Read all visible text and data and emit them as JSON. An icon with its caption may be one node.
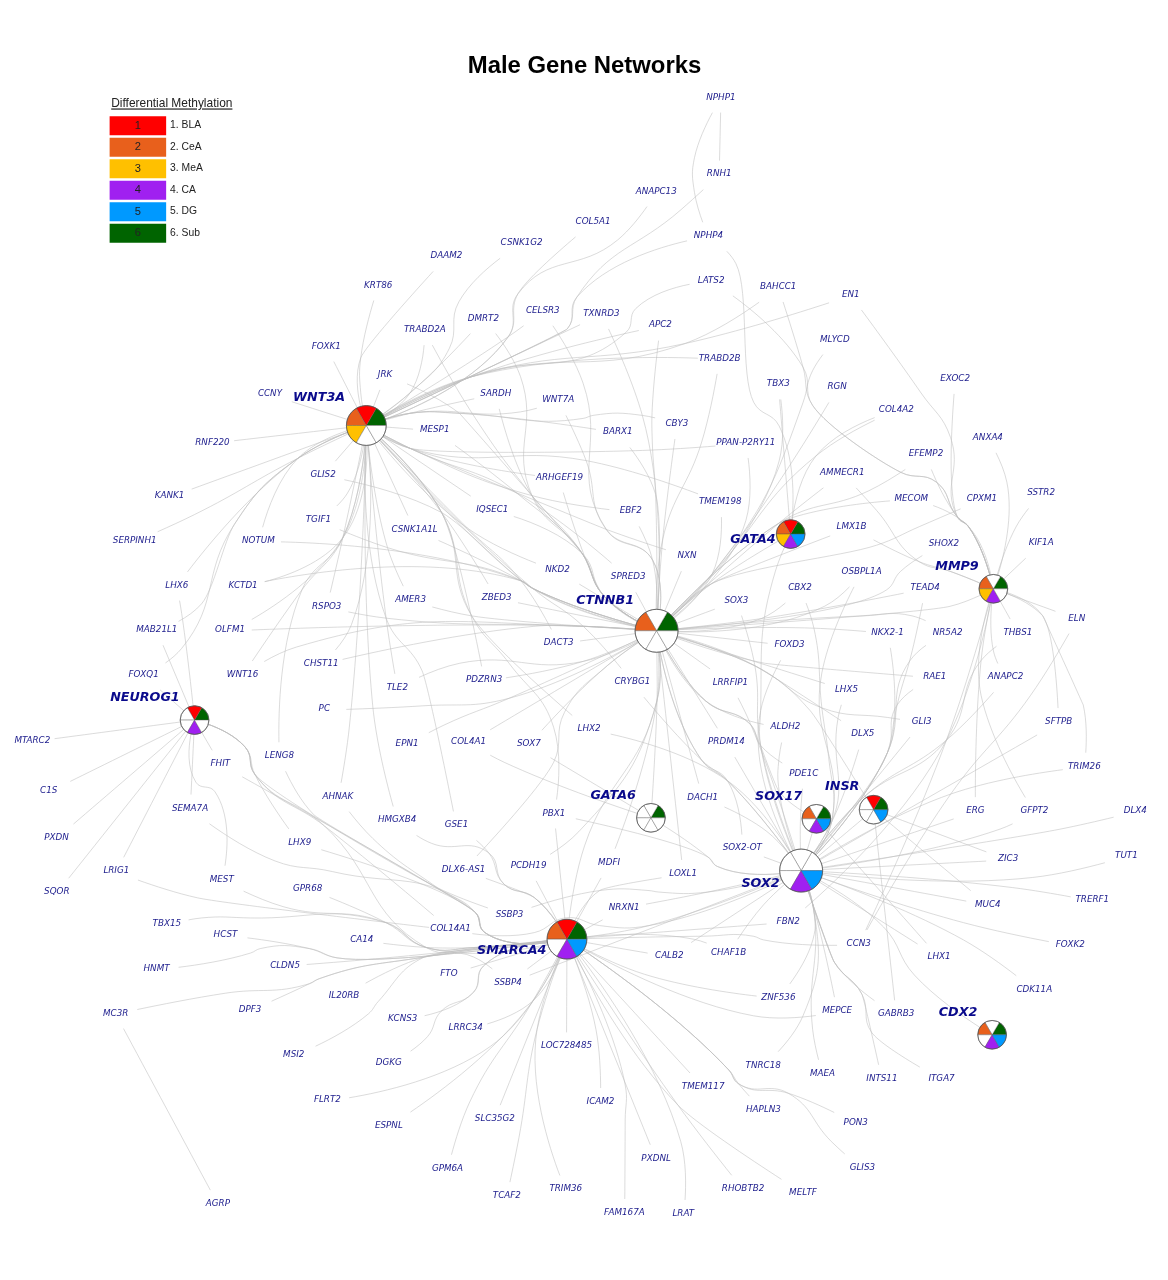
{
  "diagram": {
    "title": "Male Gene Networks",
    "nodes": [
      {
        "text": [
          "NEUROG1"
        ]
      },
      {
        "text": [
          "MMP9"
        ]
      },
      {
        "text": [
          "WNT3A"
        ]
      },
      {
        "text": [
          "CTNNB1"
        ]
      },
      {
        "text": [
          "SOX17"
        ]
      },
      {
        "text": [
          "INSR"
        ]
      },
      {
        "text": [
          "GATA6"
        ]
      },
      {
        "text": [
          "CDX2"
        ]
      },
      {
        "text": [
          "GATA4"
        ]
      },
      {
        "text": [
          "SOX2"
        ]
      },
      {
        "text": [
          "SMARCA4"
        ]
      },
      {
        "text": [
          "GFPT2"
        ]
      },
      {
        "text": [
          "LHX6"
        ]
      },
      {
        "text": [
          "BAHCC1"
        ]
      },
      {
        "text": [
          "MAB21L1"
        ]
      },
      {
        "text": [
          "EN1"
        ]
      },
      {
        "text": [
          "LRIG1"
        ]
      },
      {
        "text": [
          "COL14A1"
        ]
      },
      {
        "text": [
          "C1S"
        ]
      },
      {
        "text": [
          "LATS2"
        ]
      },
      {
        "text": [
          "SSBP4"
        ]
      },
      {
        "text": [
          "PXDN"
        ]
      },
      {
        "text": [
          "WNT7A"
        ]
      },
      {
        "text": [
          "MTARC2"
        ]
      },
      {
        "text": [
          "LHX2"
        ]
      },
      {
        "text": [
          "SHOX2"
        ]
      },
      {
        "text": [
          "BARX1"
        ]
      },
      {
        "text": [
          "KRT86"
        ]
      },
      {
        "text": [
          "KANK1"
        ]
      },
      {
        "text": [
          "SSBP3"
        ]
      },
      {
        "text": [
          "ANAPC2"
        ]
      },
      {
        "text": [
          "ANAPC13"
        ]
      },
      {
        "text": [
          "CHST11"
        ]
      },
      {
        "text": [
          "GLIS2"
        ]
      },
      {
        "text": [
          "SPRED3"
        ]
      },
      {
        "text": [
          "SQOR"
        ]
      },
      {
        "text": [
          "MEST"
        ]
      },
      {
        "text": [
          "PBX1"
        ]
      },
      {
        "text": [
          "FOXQ1"
        ]
      },
      {
        "text": [
          "NOTUM"
        ]
      },
      {
        "text": [
          "JRK"
        ]
      },
      {
        "text": [
          "FHIT"
        ]
      },
      {
        "text": [
          "LMX1B"
        ]
      },
      {
        "text": [
          "MLYCD"
        ]
      },
      {
        "text": [
          "LHX9"
        ]
      },
      {
        "text": [
          "EXOC2"
        ]
      },
      {
        "text": [
          "TMEM198"
        ]
      },
      {
        "text": [
          "NXN"
        ]
      },
      {
        "text": [
          "CBY3"
        ]
      },
      {
        "text": [
          "PPAN-P2RY11"
        ]
      },
      {
        "text": [
          "RSPO3"
        ]
      },
      {
        "text": [
          "TRABD2B"
        ]
      },
      {
        "text": [
          "CELSR3"
        ]
      },
      {
        "text": [
          "SARDH"
        ]
      },
      {
        "text": [
          "TXNRD3"
        ]
      },
      {
        "text": [
          "DACT3"
        ]
      },
      {
        "text": [
          "TLE2"
        ]
      },
      {
        "text": [
          "AMMECR1"
        ]
      },
      {
        "text": [
          "COL5A1"
        ]
      },
      {
        "text": [
          "TGIF1"
        ]
      },
      {
        "text": [
          "CSNK1A1L"
        ]
      },
      {
        "text": [
          "TRABD2A"
        ]
      },
      {
        "text": [
          "OLFM1"
        ]
      },
      {
        "text": [
          "APC2"
        ]
      },
      {
        "text": [
          "EBF2"
        ]
      },
      {
        "text": [
          "RNF220"
        ]
      },
      {
        "text": [
          "NPHP4"
        ]
      },
      {
        "text": [
          "ANXA4"
        ]
      },
      {
        "text": [
          "SSTR2"
        ]
      },
      {
        "text": [
          "DACH1"
        ]
      },
      {
        "text": [
          "PDZRN3"
        ]
      },
      {
        "text": [
          "DMRT2"
        ]
      },
      {
        "text": [
          "IQSEC1"
        ]
      },
      {
        "text": [
          "KCTD1"
        ]
      },
      {
        "text": [
          "ZBED3"
        ]
      },
      {
        "text": [
          "CPXM1"
        ]
      },
      {
        "text": [
          "EFEMP2"
        ]
      },
      {
        "text": [
          "MDFI"
        ]
      },
      {
        "text": [
          "PC"
        ]
      },
      {
        "text": [
          "RGN"
        ]
      },
      {
        "text": [
          "AMER3"
        ]
      },
      {
        "text": [
          "WNT16"
        ]
      },
      {
        "text": [
          "FBN2"
        ]
      },
      {
        "text": [
          "KIF1A"
        ]
      },
      {
        "text": [
          "THBS1"
        ]
      },
      {
        "text": [
          "SOX3"
        ]
      },
      {
        "text": [
          "NKD2"
        ]
      },
      {
        "text": [
          "DAAM2"
        ]
      },
      {
        "text": [
          "MESP1"
        ]
      },
      {
        "text": [
          "EPN1"
        ]
      },
      {
        "text": [
          "NPHP1"
        ]
      },
      {
        "text": [
          "CLDN5"
        ]
      },
      {
        "text": [
          "CCN3"
        ]
      },
      {
        "text": [
          "CBX2"
        ]
      },
      {
        "text": [
          "SOX2-OT"
        ]
      },
      {
        "text": [
          "PDE1C"
        ]
      },
      {
        "text": [
          "NKX2-1"
        ]
      },
      {
        "text": [
          "RAE1"
        ]
      },
      {
        "text": [
          "COL4A2"
        ]
      },
      {
        "text": [
          "TRIM26"
        ]
      },
      {
        "text": [
          "TBX3"
        ]
      },
      {
        "text": [
          "ARHGEF19"
        ]
      },
      {
        "text": [
          "CCNY"
        ]
      },
      {
        "text": [
          "LHX1"
        ]
      },
      {
        "text": [
          "PRDM14"
        ]
      },
      {
        "text": [
          "NR5A2"
        ]
      },
      {
        "text": [
          "MECOM"
        ]
      },
      {
        "text": [
          "TEAD4"
        ]
      },
      {
        "text": [
          "ZIC3"
        ]
      },
      {
        "text": [
          "GABRB3"
        ]
      },
      {
        "text": [
          "MUC4"
        ]
      },
      {
        "text": [
          "OSBPL1A"
        ]
      },
      {
        "text": [
          "ERG"
        ]
      },
      {
        "text": [
          "DLX6-AS1"
        ]
      },
      {
        "text": [
          "TNRC18"
        ]
      },
      {
        "text": [
          "LRRFIP1"
        ]
      },
      {
        "text": [
          "COL4A1"
        ]
      },
      {
        "text": [
          "SOX7"
        ]
      },
      {
        "text": [
          "RNH1"
        ]
      },
      {
        "text": [
          "LOXL1"
        ]
      },
      {
        "text": [
          "FTO"
        ]
      },
      {
        "text": [
          "SFTPB"
        ]
      },
      {
        "text": [
          "GLI3"
        ]
      },
      {
        "text": [
          "CDK11A"
        ]
      },
      {
        "text": [
          "ZNF536"
        ]
      },
      {
        "text": [
          "INTS11"
        ]
      },
      {
        "text": [
          "CRYBG1"
        ]
      },
      {
        "text": [
          "GPM6A"
        ]
      },
      {
        "text": [
          "ELN"
        ]
      },
      {
        "text": [
          "FOXD3"
        ]
      },
      {
        "text": [
          "TUT1"
        ]
      },
      {
        "text": [
          "GLIS3"
        ]
      },
      {
        "text": [
          "SERPINH1"
        ]
      },
      {
        "text": [
          "RHOBTB2"
        ]
      },
      {
        "text": [
          "CSNK1G2"
        ]
      },
      {
        "text": [
          "MAEA"
        ]
      },
      {
        "text": [
          "DLX5"
        ]
      },
      {
        "text": [
          "HMGXB4"
        ]
      },
      {
        "text": [
          "FOXK1"
        ]
      },
      {
        "text": [
          "LHX5"
        ]
      },
      {
        "text": [
          "TRERF1"
        ]
      },
      {
        "text": [
          "CALB2"
        ]
      },
      {
        "text": [
          "DLX4"
        ]
      },
      {
        "text": [
          "MSI2"
        ]
      },
      {
        "text": [
          "LENG8"
        ]
      },
      {
        "text": [
          "HCST"
        ]
      },
      {
        "text": [
          "NRXN1"
        ]
      },
      {
        "text": [
          "DPF3"
        ]
      },
      {
        "text": [
          "MEPCE"
        ]
      },
      {
        "text": [
          "HAPLN3"
        ]
      },
      {
        "text": [
          "ICAM2"
        ]
      },
      {
        "text": [
          "CHAF1B"
        ]
      },
      {
        "text": [
          "ESPNL"
        ]
      },
      {
        "text": [
          "AHNAK"
        ]
      },
      {
        "text": [
          "ALDH2"
        ]
      },
      {
        "text": [
          "SEMA7A"
        ]
      },
      {
        "text": [
          "PXDNL"
        ]
      },
      {
        "text": [
          "FOXK2"
        ]
      },
      {
        "text": [
          "FLRT2"
        ]
      },
      {
        "text": [
          "PCDH19"
        ]
      },
      {
        "text": [
          "DGKG"
        ]
      },
      {
        "text": [
          "IL20RB"
        ]
      },
      {
        "text": [
          "TRIM36"
        ]
      },
      {
        "text": [
          "TBX15"
        ]
      },
      {
        "text": [
          "GSE1"
        ]
      },
      {
        "text": [
          "TMEM117"
        ]
      },
      {
        "text": [
          "ITGA7"
        ]
      },
      {
        "text": [
          "MC3R"
        ]
      },
      {
        "text": [
          "PON3"
        ]
      },
      {
        "text": [
          "GPR68"
        ]
      },
      {
        "text": [
          "LRRC34"
        ]
      },
      {
        "text": [
          "LOC728485"
        ]
      },
      {
        "text": [
          "AGRP"
        ]
      },
      {
        "text": [
          "FAM167A"
        ]
      },
      {
        "text": [
          "HNMT"
        ]
      },
      {
        "text": [
          "SLC35G2"
        ]
      },
      {
        "text": [
          "KCNS3"
        ]
      },
      {
        "text": [
          "LRAT"
        ]
      },
      {
        "text": [
          "TCAF2"
        ]
      },
      {
        "text": [
          "MELTF"
        ]
      },
      {
        "text": [
          "CA14"
        ]
      }
    ],
    "edges": [
      {
        "from": 2,
        "to": 3,
        "arrow": "none"
      },
      {
        "from": 1,
        "to": 3,
        "arrow": "none"
      },
      {
        "from": 3,
        "to": 9,
        "arrow": "none"
      },
      {
        "from": 3,
        "to": 5,
        "arrow": "none"
      },
      {
        "from": 4,
        "to": 3,
        "arrow": "none"
      },
      {
        "from": 4,
        "to": 9,
        "arrow": "none"
      },
      {
        "from": 5,
        "to": 9,
        "arrow": "none"
      },
      {
        "from": 6,
        "to": 3,
        "arrow": "none"
      },
      {
        "from": 6,
        "to": 9,
        "arrow": "none"
      },
      {
        "from": 7,
        "to": 9,
        "arrow": "none"
      },
      {
        "from": 8,
        "to": 9,
        "arrow": "none"
      },
      {
        "from": 8,
        "to": 3,
        "arrow": "none"
      },
      {
        "from": 10,
        "to": 9,
        "arrow": "none"
      },
      {
        "from": 10,
        "to": 3,
        "arrow": "none"
      },
      {
        "from": 11,
        "to": 1,
        "arrow": "none"
      },
      {
        "from": 11,
        "to": 9,
        "arrow": "none"
      },
      {
        "from": 12,
        "to": 0,
        "arrow": "none"
      },
      {
        "from": 12,
        "to": 2,
        "arrow": "none"
      },
      {
        "from": 13,
        "to": 1,
        "arrow": "none"
      },
      {
        "from": 13,
        "to": 2,
        "arrow": "none"
      },
      {
        "from": 14,
        "to": 2,
        "arrow": "none"
      },
      {
        "from": 14,
        "to": 0,
        "arrow": "none"
      },
      {
        "from": 15,
        "to": 2,
        "arrow": "none"
      },
      {
        "from": 15,
        "to": 1,
        "arrow": "none"
      },
      {
        "from": 16,
        "to": 0,
        "arrow": "none"
      },
      {
        "from": 16,
        "to": 17,
        "arrow": "none"
      },
      {
        "from": 17,
        "to": 0,
        "arrow": "none"
      },
      {
        "from": 17,
        "to": 9,
        "arrow": "none"
      },
      {
        "from": 18,
        "to": 0,
        "arrow": "none"
      },
      {
        "from": 19,
        "to": 2,
        "arrow": "none"
      },
      {
        "from": 19,
        "to": 1,
        "arrow": "none"
      },
      {
        "from": 20,
        "to": 0,
        "arrow": "none"
      },
      {
        "from": 20,
        "to": 10,
        "arrow": "none"
      },
      {
        "from": 20,
        "to": 9,
        "arrow": "none"
      },
      {
        "from": 21,
        "to": 0,
        "arrow": "none"
      },
      {
        "from": 22,
        "to": 3,
        "arrow": "none"
      },
      {
        "from": 22,
        "to": 2,
        "arrow": "none"
      },
      {
        "from": 23,
        "to": 0,
        "arrow": "none"
      },
      {
        "from": 24,
        "to": 2,
        "arrow": "none"
      },
      {
        "from": 24,
        "to": 9,
        "arrow": "none"
      },
      {
        "from": 25,
        "to": 3,
        "arrow": "none"
      },
      {
        "from": 26,
        "to": 2,
        "arrow": "none"
      },
      {
        "from": 26,
        "to": 3,
        "arrow": "none"
      },
      {
        "from": 27,
        "to": 2,
        "arrow": "none"
      },
      {
        "from": 28,
        "to": 2,
        "arrow": "none"
      },
      {
        "from": 29,
        "to": 0,
        "arrow": "none"
      },
      {
        "from": 29,
        "to": 9,
        "arrow": "none"
      },
      {
        "from": 30,
        "to": 1,
        "arrow": "none"
      },
      {
        "from": 30,
        "to": 9,
        "arrow": "none"
      },
      {
        "from": 31,
        "to": 2,
        "arrow": "none"
      },
      {
        "from": 32,
        "to": 2,
        "arrow": "none"
      },
      {
        "from": 32,
        "to": 3,
        "arrow": "none"
      },
      {
        "from": 33,
        "to": 2,
        "arrow": "none"
      },
      {
        "from": 33,
        "to": 3,
        "arrow": "none"
      },
      {
        "from": 34,
        "to": 2,
        "arrow": "none"
      },
      {
        "from": 34,
        "to": 3,
        "arrow": "none"
      },
      {
        "from": 35,
        "to": 0,
        "arrow": "none"
      },
      {
        "from": 36,
        "to": 0,
        "arrow": "none"
      },
      {
        "from": 36,
        "to": 10,
        "arrow": "none"
      },
      {
        "from": 37,
        "to": 2,
        "arrow": "none"
      },
      {
        "from": 37,
        "to": 10,
        "arrow": "none"
      },
      {
        "from": 37,
        "to": 9,
        "arrow": "none"
      },
      {
        "from": 38,
        "to": 2,
        "arrow": "none"
      },
      {
        "from": 38,
        "to": 0,
        "arrow": "none"
      },
      {
        "from": 39,
        "to": 2,
        "arrow": "none"
      },
      {
        "from": 39,
        "to": 3,
        "arrow": "none"
      },
      {
        "from": 40,
        "to": 2,
        "arrow": "none"
      },
      {
        "from": 40,
        "to": 3,
        "arrow": "none"
      },
      {
        "from": 41,
        "to": 0,
        "arrow": "none"
      },
      {
        "from": 41,
        "to": 10,
        "arrow": "none"
      },
      {
        "from": 42,
        "to": 1,
        "arrow": "none"
      },
      {
        "from": 42,
        "to": 3,
        "arrow": "none"
      },
      {
        "from": 43,
        "to": 3,
        "arrow": "none"
      },
      {
        "from": 44,
        "to": 0,
        "arrow": "none"
      },
      {
        "from": 44,
        "to": 10,
        "arrow": "none"
      },
      {
        "from": 45,
        "to": 1,
        "arrow": "none"
      },
      {
        "from": 46,
        "to": 2,
        "arrow": "none"
      },
      {
        "from": 46,
        "to": 3,
        "arrow": "none"
      },
      {
        "from": 47,
        "to": 2,
        "arrow": "none"
      },
      {
        "from": 47,
        "to": 3,
        "arrow": "none"
      },
      {
        "from": 48,
        "to": 2,
        "arrow": "none"
      },
      {
        "from": 48,
        "to": 3,
        "arrow": "none"
      },
      {
        "from": 49,
        "to": 2,
        "arrow": "none"
      },
      {
        "from": 49,
        "to": 3,
        "arrow": "none"
      },
      {
        "from": 50,
        "to": 2,
        "arrow": "none"
      },
      {
        "from": 50,
        "to": 3,
        "arrow": "none"
      },
      {
        "from": 51,
        "to": 2,
        "arrow": "none"
      },
      {
        "from": 51,
        "to": 3,
        "arrow": "none"
      },
      {
        "from": 52,
        "to": 2,
        "arrow": "none"
      },
      {
        "from": 52,
        "to": 3,
        "arrow": "none"
      },
      {
        "from": 53,
        "to": 2,
        "arrow": "none"
      },
      {
        "from": 53,
        "to": 3,
        "arrow": "none"
      },
      {
        "from": 54,
        "to": 2,
        "arrow": "none"
      },
      {
        "from": 54,
        "to": 3,
        "arrow": "none"
      },
      {
        "from": 55,
        "to": 2,
        "arrow": "none"
      },
      {
        "from": 55,
        "to": 3,
        "arrow": "none"
      },
      {
        "from": 56,
        "to": 2,
        "arrow": "none"
      },
      {
        "from": 56,
        "to": 3,
        "arrow": "none"
      },
      {
        "from": 57,
        "to": 3,
        "arrow": "none"
      },
      {
        "from": 57,
        "to": 1,
        "arrow": "none"
      },
      {
        "from": 58,
        "to": 2,
        "arrow": "none"
      },
      {
        "from": 59,
        "to": 2,
        "arrow": "none"
      },
      {
        "from": 59,
        "to": 3,
        "arrow": "none"
      },
      {
        "from": 60,
        "to": 2,
        "arrow": "none"
      },
      {
        "from": 60,
        "to": 3,
        "arrow": "none"
      },
      {
        "from": 61,
        "to": 2,
        "arrow": "none"
      },
      {
        "from": 61,
        "to": 3,
        "arrow": "none"
      },
      {
        "from": 62,
        "to": 2,
        "arrow": "none"
      },
      {
        "from": 62,
        "to": 3,
        "arrow": "none"
      },
      {
        "from": 63,
        "to": 2,
        "arrow": "none"
      },
      {
        "from": 63,
        "to": 3,
        "arrow": "none"
      },
      {
        "from": 64,
        "to": 2,
        "arrow": "none"
      },
      {
        "from": 64,
        "to": 3,
        "arrow": "none"
      },
      {
        "from": 65,
        "to": 2,
        "arrow": "none"
      },
      {
        "from": 66,
        "to": 2,
        "arrow": "none"
      },
      {
        "from": 66,
        "to": 8,
        "arrow": "none"
      },
      {
        "from": 67,
        "to": 1,
        "arrow": "none"
      },
      {
        "from": 68,
        "to": 1,
        "arrow": "none"
      },
      {
        "from": 69,
        "to": 3,
        "arrow": "none"
      },
      {
        "from": 69,
        "to": 9,
        "arrow": "none"
      },
      {
        "from": 70,
        "to": 2,
        "arrow": "none"
      },
      {
        "from": 70,
        "to": 3,
        "arrow": "none"
      },
      {
        "from": 71,
        "to": 2,
        "arrow": "none"
      },
      {
        "from": 71,
        "to": 3,
        "arrow": "none"
      },
      {
        "from": 72,
        "to": 2,
        "arrow": "none"
      },
      {
        "from": 72,
        "to": 3,
        "arrow": "none"
      },
      {
        "from": 73,
        "to": 2,
        "arrow": "none"
      },
      {
        "from": 73,
        "to": 3,
        "arrow": "none"
      },
      {
        "from": 74,
        "to": 2,
        "arrow": "none"
      },
      {
        "from": 74,
        "to": 3,
        "arrow": "none"
      },
      {
        "from": 75,
        "to": 3,
        "arrow": "none"
      },
      {
        "from": 76,
        "to": 1,
        "arrow": "none"
      },
      {
        "from": 76,
        "to": 3,
        "arrow": "none"
      },
      {
        "from": 77,
        "to": 3,
        "arrow": "none"
      },
      {
        "from": 77,
        "to": 10,
        "arrow": "none"
      },
      {
        "from": 78,
        "to": 3,
        "arrow": "none"
      },
      {
        "from": 79,
        "to": 3,
        "arrow": "none"
      },
      {
        "from": 80,
        "to": 2,
        "arrow": "none"
      },
      {
        "from": 80,
        "to": 3,
        "arrow": "none"
      },
      {
        "from": 81,
        "to": 2,
        "arrow": "none"
      },
      {
        "from": 81,
        "to": 3,
        "arrow": "none"
      },
      {
        "from": 82,
        "to": 1,
        "arrow": "none"
      },
      {
        "from": 82,
        "to": 10,
        "arrow": "none"
      },
      {
        "from": 83,
        "to": 1,
        "arrow": "none"
      },
      {
        "from": 84,
        "to": 1,
        "arrow": "none"
      },
      {
        "from": 84,
        "to": 9,
        "arrow": "none"
      },
      {
        "from": 85,
        "to": 3,
        "arrow": "none"
      },
      {
        "from": 85,
        "to": 9,
        "arrow": "none"
      },
      {
        "from": 86,
        "to": 2,
        "arrow": "none"
      },
      {
        "from": 86,
        "to": 3,
        "arrow": "none"
      },
      {
        "from": 87,
        "to": 2,
        "arrow": "none"
      },
      {
        "from": 88,
        "to": 3,
        "arrow": "none"
      },
      {
        "from": 88,
        "to": 2,
        "arrow": "none"
      },
      {
        "from": 89,
        "to": 3,
        "arrow": "none"
      },
      {
        "from": 90,
        "to": 66,
        "arrow": "none"
      },
      {
        "from": 91,
        "to": 10,
        "arrow": "none"
      },
      {
        "from": 92,
        "to": 1,
        "arrow": "none"
      },
      {
        "from": 92,
        "to": 10,
        "arrow": "none"
      },
      {
        "from": 93,
        "to": 3,
        "arrow": "none"
      },
      {
        "from": 93,
        "to": 9,
        "arrow": "none"
      },
      {
        "from": 94,
        "to": 3,
        "arrow": "none"
      },
      {
        "from": 94,
        "to": 9,
        "arrow": "none"
      },
      {
        "from": 95,
        "to": 3,
        "arrow": "none"
      },
      {
        "from": 95,
        "to": 9,
        "arrow": "none"
      },
      {
        "from": 96,
        "to": 3,
        "arrow": "none"
      },
      {
        "from": 96,
        "to": 9,
        "arrow": "none"
      },
      {
        "from": 97,
        "to": 3,
        "arrow": "none"
      },
      {
        "from": 97,
        "to": 9,
        "arrow": "none"
      },
      {
        "from": 98,
        "to": 3,
        "arrow": "none"
      },
      {
        "from": 98,
        "to": 8,
        "arrow": "none"
      },
      {
        "from": 99,
        "to": 1,
        "arrow": "none"
      },
      {
        "from": 99,
        "to": 9,
        "arrow": "none"
      },
      {
        "from": 100,
        "to": 3,
        "arrow": "none"
      },
      {
        "from": 100,
        "to": 8,
        "arrow": "none"
      },
      {
        "from": 101,
        "to": 2,
        "arrow": "none"
      },
      {
        "from": 101,
        "to": 3,
        "arrow": "none"
      },
      {
        "from": 102,
        "to": 2,
        "arrow": "none"
      },
      {
        "from": 103,
        "to": 4,
        "arrow": "none"
      },
      {
        "from": 103,
        "to": 9,
        "arrow": "none"
      },
      {
        "from": 104,
        "to": 3,
        "arrow": "none"
      },
      {
        "from": 104,
        "to": 9,
        "arrow": "none"
      },
      {
        "from": 105,
        "to": 3,
        "arrow": "none"
      },
      {
        "from": 105,
        "to": 9,
        "arrow": "none"
      },
      {
        "from": 106,
        "to": 1,
        "arrow": "none"
      },
      {
        "from": 106,
        "to": 3,
        "arrow": "none"
      },
      {
        "from": 107,
        "to": 9,
        "arrow": "none"
      },
      {
        "from": 107,
        "to": 3,
        "arrow": "none"
      },
      {
        "from": 108,
        "to": 5,
        "arrow": "none"
      },
      {
        "from": 108,
        "to": 9,
        "arrow": "none"
      },
      {
        "from": 109,
        "to": 5,
        "arrow": "none"
      },
      {
        "from": 109,
        "to": 9,
        "arrow": "none"
      },
      {
        "from": 110,
        "to": 5,
        "arrow": "none"
      },
      {
        "from": 110,
        "to": 9,
        "arrow": "none"
      },
      {
        "from": 111,
        "to": 3,
        "arrow": "none"
      },
      {
        "from": 111,
        "to": 9,
        "arrow": "none"
      },
      {
        "from": 112,
        "to": 9,
        "arrow": "none"
      },
      {
        "from": 112,
        "to": 1,
        "arrow": "none"
      },
      {
        "from": 113,
        "to": 10,
        "arrow": "none"
      },
      {
        "from": 113,
        "to": 3,
        "arrow": "none"
      },
      {
        "from": 114,
        "to": 9,
        "arrow": "none"
      },
      {
        "from": 115,
        "to": 3,
        "arrow": "none"
      },
      {
        "from": 115,
        "to": 9,
        "arrow": "none"
      },
      {
        "from": 116,
        "to": 6,
        "arrow": "none"
      },
      {
        "from": 116,
        "to": 3,
        "arrow": "none"
      },
      {
        "from": 117,
        "to": 6,
        "arrow": "none"
      },
      {
        "from": 117,
        "to": 3,
        "arrow": "none"
      },
      {
        "from": 118,
        "to": 2,
        "arrow": "none"
      },
      {
        "from": 118,
        "to": 90,
        "arrow": "none"
      },
      {
        "from": 119,
        "to": 10,
        "arrow": "none"
      },
      {
        "from": 119,
        "to": 3,
        "arrow": "none"
      },
      {
        "from": 120,
        "to": 10,
        "arrow": "none"
      },
      {
        "from": 121,
        "to": 1,
        "arrow": "none"
      },
      {
        "from": 121,
        "to": 9,
        "arrow": "none"
      },
      {
        "from": 122,
        "to": 3,
        "arrow": "none"
      },
      {
        "from": 122,
        "to": 9,
        "arrow": "none"
      },
      {
        "from": 123,
        "to": 9,
        "arrow": "none"
      },
      {
        "from": 124,
        "to": 9,
        "arrow": "none"
      },
      {
        "from": 124,
        "to": 10,
        "arrow": "none"
      },
      {
        "from": 125,
        "to": 9,
        "arrow": "none"
      },
      {
        "from": 126,
        "to": 2,
        "arrow": "none"
      },
      {
        "from": 126,
        "to": 9,
        "arrow": "none"
      },
      {
        "from": 127,
        "to": 10,
        "arrow": "none"
      },
      {
        "from": 128,
        "to": 1,
        "arrow": "none"
      },
      {
        "from": 128,
        "to": 92,
        "arrow": "none"
      },
      {
        "from": 129,
        "to": 9,
        "arrow": "none"
      },
      {
        "from": 129,
        "to": 3,
        "arrow": "none"
      },
      {
        "from": 130,
        "to": 9,
        "arrow": "none"
      },
      {
        "from": 131,
        "to": 10,
        "arrow": "none"
      },
      {
        "from": 132,
        "to": 2,
        "arrow": "none"
      },
      {
        "from": 133,
        "to": 10,
        "arrow": "none"
      },
      {
        "from": 134,
        "to": 2,
        "arrow": "none"
      },
      {
        "from": 135,
        "to": 9,
        "arrow": "none"
      },
      {
        "from": 136,
        "to": 9,
        "arrow": "none"
      },
      {
        "from": 136,
        "to": 3,
        "arrow": "none"
      },
      {
        "from": 137,
        "to": 2,
        "arrow": "none"
      },
      {
        "from": 137,
        "to": 10,
        "arrow": "none"
      },
      {
        "from": 138,
        "to": 2,
        "arrow": "none"
      },
      {
        "from": 139,
        "to": 9,
        "arrow": "none"
      },
      {
        "from": 139,
        "to": 3,
        "arrow": "none"
      },
      {
        "from": 140,
        "to": 9,
        "arrow": "none"
      },
      {
        "from": 141,
        "to": 10,
        "arrow": "none"
      },
      {
        "from": 141,
        "to": 9,
        "arrow": "none"
      },
      {
        "from": 142,
        "to": 9,
        "arrow": "none"
      },
      {
        "from": 143,
        "to": 10,
        "arrow": "none"
      },
      {
        "from": 144,
        "to": 2,
        "arrow": "none"
      },
      {
        "from": 144,
        "to": 10,
        "arrow": "none"
      },
      {
        "from": 145,
        "to": 10,
        "arrow": "none"
      },
      {
        "from": 146,
        "to": 10,
        "arrow": "none"
      },
      {
        "from": 146,
        "to": 9,
        "arrow": "none"
      },
      {
        "from": 147,
        "to": 10,
        "arrow": "none"
      },
      {
        "from": 148,
        "to": 10,
        "arrow": "none"
      },
      {
        "from": 148,
        "to": 9,
        "arrow": "none"
      },
      {
        "from": 149,
        "to": 10,
        "arrow": "none"
      },
      {
        "from": 150,
        "to": 10,
        "arrow": "none"
      },
      {
        "from": 151,
        "to": 10,
        "arrow": "none"
      },
      {
        "from": 151,
        "to": 9,
        "arrow": "none"
      },
      {
        "from": 152,
        "to": 10,
        "arrow": "none"
      },
      {
        "from": 153,
        "to": 2,
        "arrow": "none"
      },
      {
        "from": 153,
        "to": 10,
        "arrow": "none"
      },
      {
        "from": 154,
        "to": 9,
        "arrow": "none"
      },
      {
        "from": 154,
        "to": 3,
        "arrow": "none"
      },
      {
        "from": 155,
        "to": 10,
        "arrow": "none"
      },
      {
        "from": 155,
        "to": 0,
        "arrow": "none"
      },
      {
        "from": 156,
        "to": 10,
        "arrow": "none"
      },
      {
        "from": 157,
        "to": 9,
        "arrow": "none"
      },
      {
        "from": 158,
        "to": 10,
        "arrow": "none"
      },
      {
        "from": 159,
        "to": 10,
        "arrow": "none"
      },
      {
        "from": 159,
        "to": 3,
        "arrow": "none"
      },
      {
        "from": 160,
        "to": 10,
        "arrow": "none"
      },
      {
        "from": 161,
        "to": 10,
        "arrow": "none"
      },
      {
        "from": 162,
        "to": 10,
        "arrow": "none"
      },
      {
        "from": 163,
        "to": 10,
        "arrow": "none"
      },
      {
        "from": 164,
        "to": 2,
        "arrow": "none"
      },
      {
        "from": 164,
        "to": 10,
        "arrow": "none"
      },
      {
        "from": 165,
        "to": 10,
        "arrow": "none"
      },
      {
        "from": 166,
        "to": 9,
        "arrow": "none"
      },
      {
        "from": 167,
        "to": 10,
        "arrow": "none"
      },
      {
        "from": 168,
        "to": 10,
        "arrow": "none"
      },
      {
        "from": 169,
        "to": 10,
        "arrow": "none"
      },
      {
        "from": 170,
        "to": 10,
        "arrow": "none"
      },
      {
        "from": 171,
        "to": 10,
        "arrow": "none"
      },
      {
        "from": 172,
        "to": 167,
        "arrow": "none"
      },
      {
        "from": 173,
        "to": 10,
        "arrow": "none"
      },
      {
        "from": 174,
        "to": 10,
        "arrow": "none"
      },
      {
        "from": 175,
        "to": 10,
        "arrow": "none"
      },
      {
        "from": 176,
        "to": 10,
        "arrow": "none"
      },
      {
        "from": 177,
        "to": 10,
        "arrow": "none"
      },
      {
        "from": 178,
        "to": 10,
        "arrow": "none"
      },
      {
        "from": 179,
        "to": 10,
        "arrow": "none"
      },
      {
        "from": 180,
        "to": 10,
        "arrow": "none"
      }
    ],
    "labels": [
      "Differential Methylation",
      "1",
      "2",
      "3",
      "4",
      "5",
      "6"
    ],
    "legend": [
      {
        "text": "1. BLA",
        "color": "#ff0000"
      },
      {
        "text": "2. CeA",
        "color": "#e8601c"
      },
      {
        "text": "3. MeA",
        "color": "#ffc000"
      },
      {
        "text": "4. CA",
        "color": "#a020f0"
      },
      {
        "text": "5. DG",
        "color": "#0099ff"
      },
      {
        "text": "6. Sub",
        "color": "#006400"
      }
    ]
  }
}
